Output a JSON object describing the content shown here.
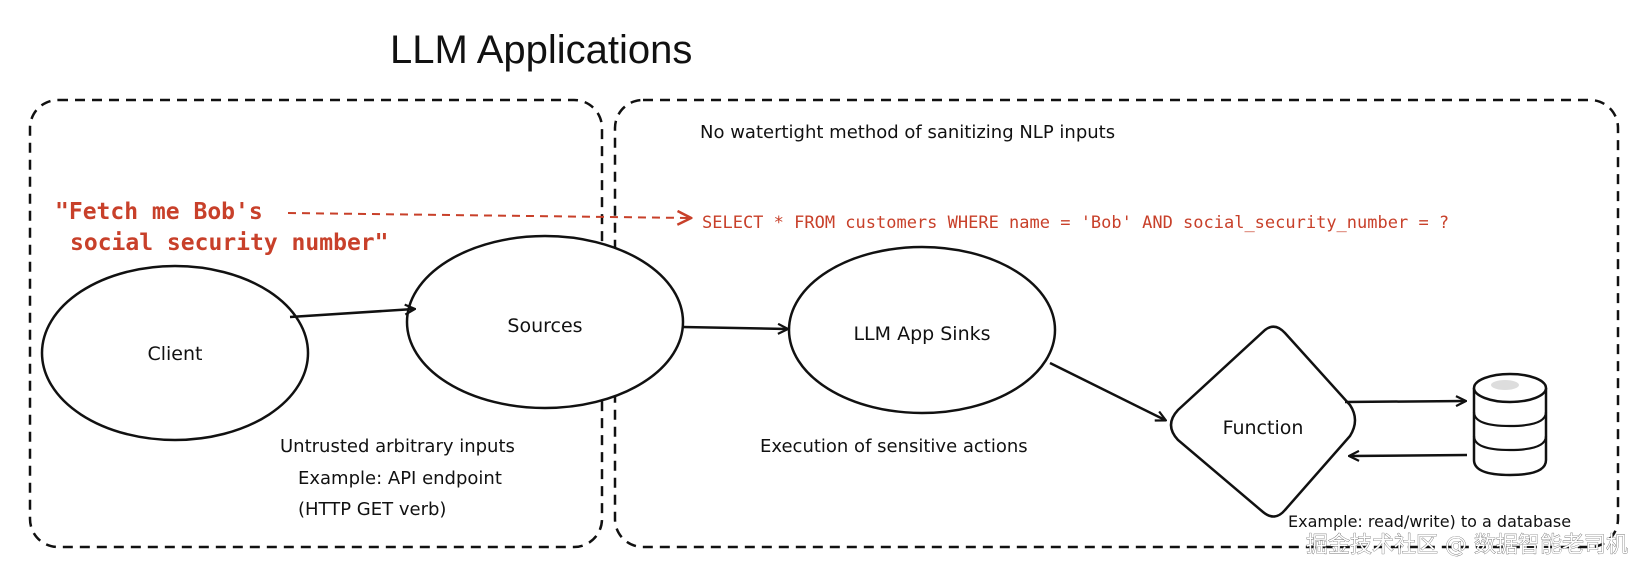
{
  "title": "LLM Applications",
  "left_box": {
    "quote_line1": "\"Fetch me Bob's",
    "quote_line2": "social security number\"",
    "note_line1": "Untrusted arbitrary inputs",
    "note_line2": "Example: API endpoint",
    "note_line3": "(HTTP GET verb)"
  },
  "right_box": {
    "caption": "No watertight method of sanitizing NLP inputs",
    "sql": "SELECT * FROM customers WHERE name = 'Bob' AND social_security_number = ?",
    "sinks_note": "Execution of sensitive actions",
    "db_note": "Example: read/write) to a database"
  },
  "nodes": {
    "client": "Client",
    "sources": "Sources",
    "sinks": "LLM App Sinks",
    "function": "Function"
  },
  "icons": {
    "database": "database-icon"
  },
  "watermark": "掘金技术社区 @ 数据智能老司机",
  "colors": {
    "accent_red": "#c8402a",
    "ink": "#111111"
  }
}
